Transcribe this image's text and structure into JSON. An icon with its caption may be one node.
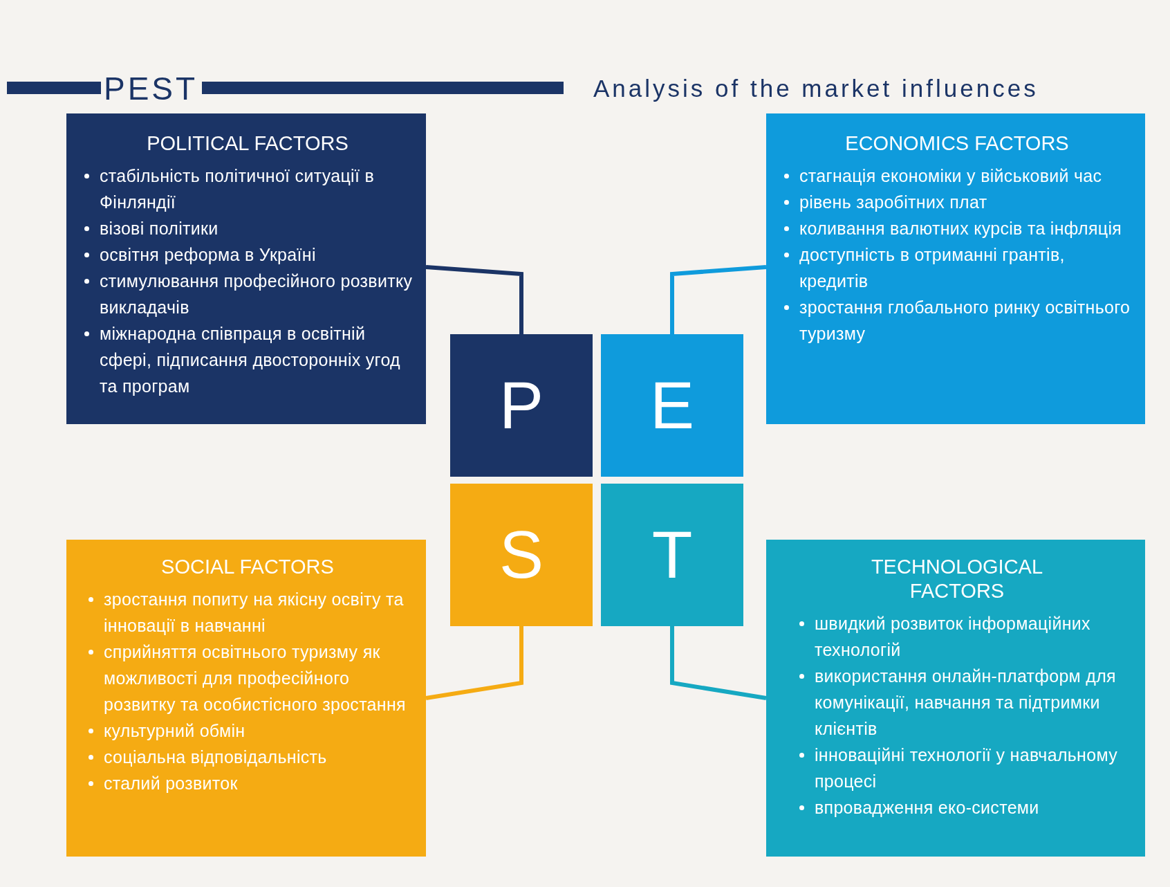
{
  "diagram": {
    "title": "PEST",
    "nodes": [
      {
        "text": [
          "POLITICAL FACTORS",
          "стабільність політичної ситуації в Фінляндії",
          "візові політики",
          "освітня реформа в Україні",
          "стимулювання професійного розвитку викладачів",
          "міжнародна співпраця в освітній сфері, підписання двосторонніх угод та програм"
        ]
      },
      {
        "text": [
          "ECONOMICS FACTORS",
          "стагнація економіки у військовий час",
          "рівень заробітних плат",
          "коливання валютних курсів та інфляція",
          "доступність в отриманні грантів, кредитів",
          "зростання глобального ринку освітнього туризму"
        ]
      },
      {
        "text": [
          "P"
        ]
      },
      {
        "text": [
          "E"
        ]
      },
      {
        "text": [
          "S"
        ]
      },
      {
        "text": [
          "T"
        ]
      },
      {
        "text": [
          "SOCIAL FACTORS",
          "зростання попиту на якісну освіту та інновації в навчанні",
          "сприйняття освітнього туризму як можливості для професійного розвитку та особистісного зростання",
          "культурний обмін",
          "соціальна відповідальність",
          "сталий розвиток"
        ]
      },
      {
        "text": [],
        "shape": "bar"
      },
      {
        "text": [],
        "shape": "bar"
      },
      {
        "text": [
          "TECHNOLOGICAL FACTORS",
          "швидкий розвиток інформаційних технологій",
          "використання онлайн-платформ для комунікації, навчання та підтримки клієнтів",
          "інноваційні технології у навчальному процесі",
          "впровадження еко-системи"
        ]
      }
    ],
    "edges": [
      {
        "from": 0,
        "to": 2,
        "arrow": "none",
        "color": "#1b3466"
      },
      {
        "from": 1,
        "to": 3,
        "arrow": "none",
        "color": "#0f9bdc"
      },
      {
        "from": 6,
        "to": 4,
        "arrow": "none",
        "color": "#f5ab13"
      },
      {
        "from": 9,
        "to": 5,
        "arrow": "none",
        "color": "#16a8c2"
      }
    ],
    "labels": [
      "Analysis of the market influences"
    ]
  }
}
